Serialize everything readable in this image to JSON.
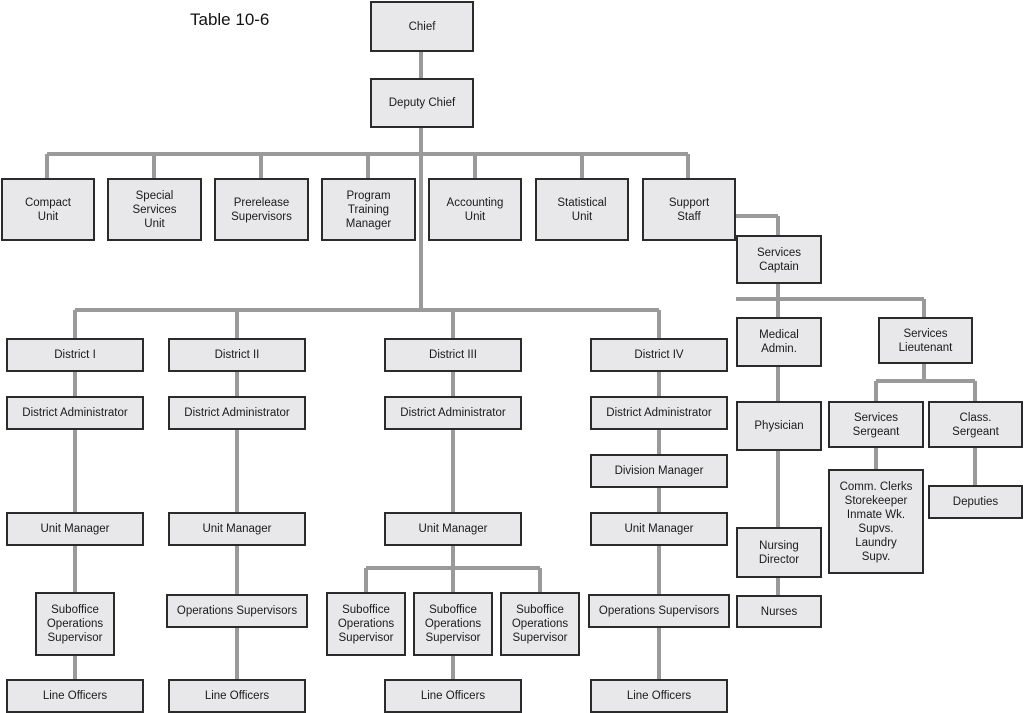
{
  "title": "Table 10-6",
  "nodes": {
    "chief": "Chief",
    "deputy_chief": "Deputy Chief",
    "compact_unit": "Compact\nUnit",
    "special_services_unit": "Special\nServices\nUnit",
    "prerelease_supervisors": "Prerelease\nSupervisors",
    "program_training_manager": "Program\nTraining\nManager",
    "accounting_unit": "Accounting\nUnit",
    "statistical_unit": "Statistical\nUnit",
    "support_staff": "Support\nStaff",
    "services_captain": "Services\nCaptain",
    "medical_admin": "Medical\nAdmin.",
    "services_lieutenant": "Services\nLieutenant",
    "physician": "Physician",
    "services_sergeant": "Services\nSergeant",
    "class_sergeant": "Class.\nSergeant",
    "comm_clerks": "Comm. Clerks\nStorekeeper\nInmate Wk.\nSupvs.\nLaundry\nSupv.",
    "deputies": "Deputies",
    "nursing_director": "Nursing\nDirector",
    "nurses": "Nurses",
    "d1": {
      "district": "District I",
      "admin": "District Administrator",
      "unit_manager": "Unit Manager",
      "suboffice": "Suboffice\nOperations\nSupervisor",
      "line_officers": "Line Officers"
    },
    "d2": {
      "district": "District II",
      "admin": "District Administrator",
      "unit_manager": "Unit Manager",
      "ops_supervisors": "Operations Supervisors",
      "line_officers": "Line Officers"
    },
    "d3": {
      "district": "District III",
      "admin": "District Administrator",
      "unit_manager": "Unit Manager",
      "suboffice_a": "Suboffice\nOperations\nSupervisor",
      "suboffice_b": "Suboffice\nOperations\nSupervisor",
      "suboffice_c": "Suboffice\nOperations\nSupervisor",
      "line_officers": "Line Officers"
    },
    "d4": {
      "district": "District IV",
      "admin": "District Administrator",
      "division_manager": "Division Manager",
      "unit_manager": "Unit Manager",
      "ops_supervisors": "Operations Supervisors",
      "line_officers": "Line Officers"
    }
  }
}
